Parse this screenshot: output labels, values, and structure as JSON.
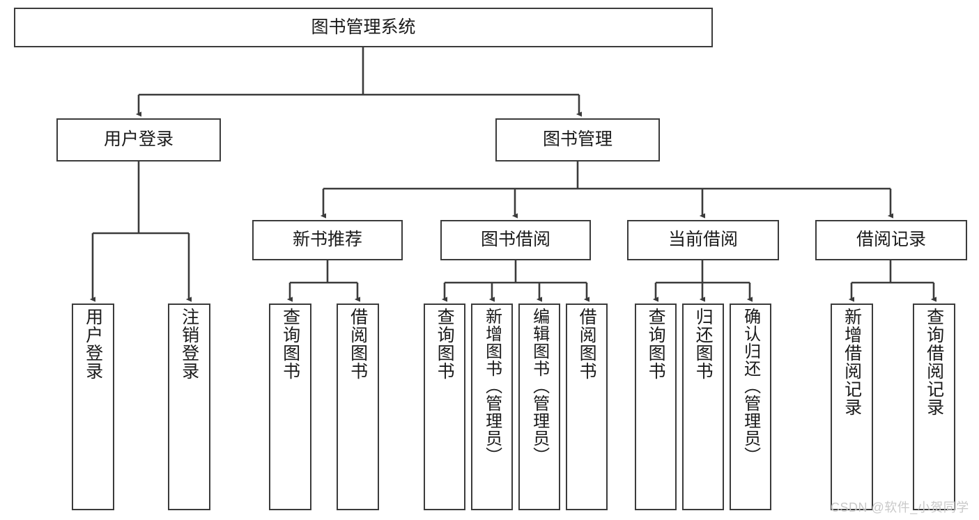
{
  "diagram": {
    "type": "tree-hierarchy-chart",
    "title": "图书管理系统",
    "watermark": "CSDN @软件_小贺同学",
    "colors": {
      "box_border": "#3b3b3b",
      "box_fill": "#ffffff",
      "connector": "#3b3b3b",
      "text": "#1a1a1a",
      "watermark": "#c9c9c9",
      "background": "#ffffff"
    },
    "levels": {
      "level0": [
        "图书管理系统"
      ],
      "level1": [
        "用户登录",
        "图书管理"
      ],
      "level2": [
        "新书推荐",
        "图书借阅",
        "当前借阅",
        "借阅记录"
      ],
      "level3": [
        "用户登录",
        "注销登录",
        "查询图书",
        "借阅图书",
        "查询图书",
        "新增图书（管理员）",
        "编辑图书（管理员）",
        "借阅图书",
        "查询图书",
        "归还图书",
        "确认归还（管理员）",
        "新增借阅记录",
        "查询借阅记录"
      ]
    },
    "nodes": {
      "root": {
        "label": "图书管理系统"
      },
      "user_login": {
        "label": "用户登录"
      },
      "book_manage": {
        "label": "图书管理"
      },
      "new_book_rec": {
        "label": "新书推荐"
      },
      "book_borrow": {
        "label": "图书借阅"
      },
      "current_borrow": {
        "label": "当前借阅"
      },
      "borrow_record": {
        "label": "借阅记录"
      },
      "leaf_user_login": {
        "label": "用户登录"
      },
      "leaf_logout": {
        "label": "注销登录"
      },
      "leaf_query_book_a": {
        "label": "查询图书"
      },
      "leaf_borrow_book_a": {
        "label": "借阅图书"
      },
      "leaf_query_book_b": {
        "label": "查询图书"
      },
      "leaf_add_book": {
        "label": "新增图书（管理员）"
      },
      "leaf_edit_book": {
        "label": "编辑图书（管理员）"
      },
      "leaf_borrow_book_b": {
        "label": "借阅图书"
      },
      "leaf_query_book_c": {
        "label": "查询图书"
      },
      "leaf_return_book": {
        "label": "归还图书"
      },
      "leaf_confirm_return": {
        "label": "确认归还（管理员）"
      },
      "leaf_add_record": {
        "label": "新增借阅记录"
      },
      "leaf_query_record": {
        "label": "查询借阅记录"
      }
    },
    "edges": [
      {
        "from": "图书管理系统",
        "to": "用户登录"
      },
      {
        "from": "图书管理系统",
        "to": "图书管理"
      },
      {
        "from": "用户登录",
        "to": "用户登录"
      },
      {
        "from": "用户登录",
        "to": "注销登录"
      },
      {
        "from": "图书管理",
        "to": "新书推荐"
      },
      {
        "from": "图书管理",
        "to": "图书借阅"
      },
      {
        "from": "图书管理",
        "to": "当前借阅"
      },
      {
        "from": "图书管理",
        "to": "借阅记录"
      },
      {
        "from": "新书推荐",
        "to": "查询图书"
      },
      {
        "from": "新书推荐",
        "to": "借阅图书"
      },
      {
        "from": "图书借阅",
        "to": "查询图书"
      },
      {
        "from": "图书借阅",
        "to": "新增图书（管理员）"
      },
      {
        "from": "图书借阅",
        "to": "编辑图书（管理员）"
      },
      {
        "from": "图书借阅",
        "to": "借阅图书"
      },
      {
        "from": "当前借阅",
        "to": "查询图书"
      },
      {
        "from": "当前借阅",
        "to": "归还图书"
      },
      {
        "from": "当前借阅",
        "to": "确认归还（管理员）"
      },
      {
        "from": "借阅记录",
        "to": "新增借阅记录"
      },
      {
        "from": "借阅记录",
        "to": "查询借阅记录"
      }
    ]
  }
}
